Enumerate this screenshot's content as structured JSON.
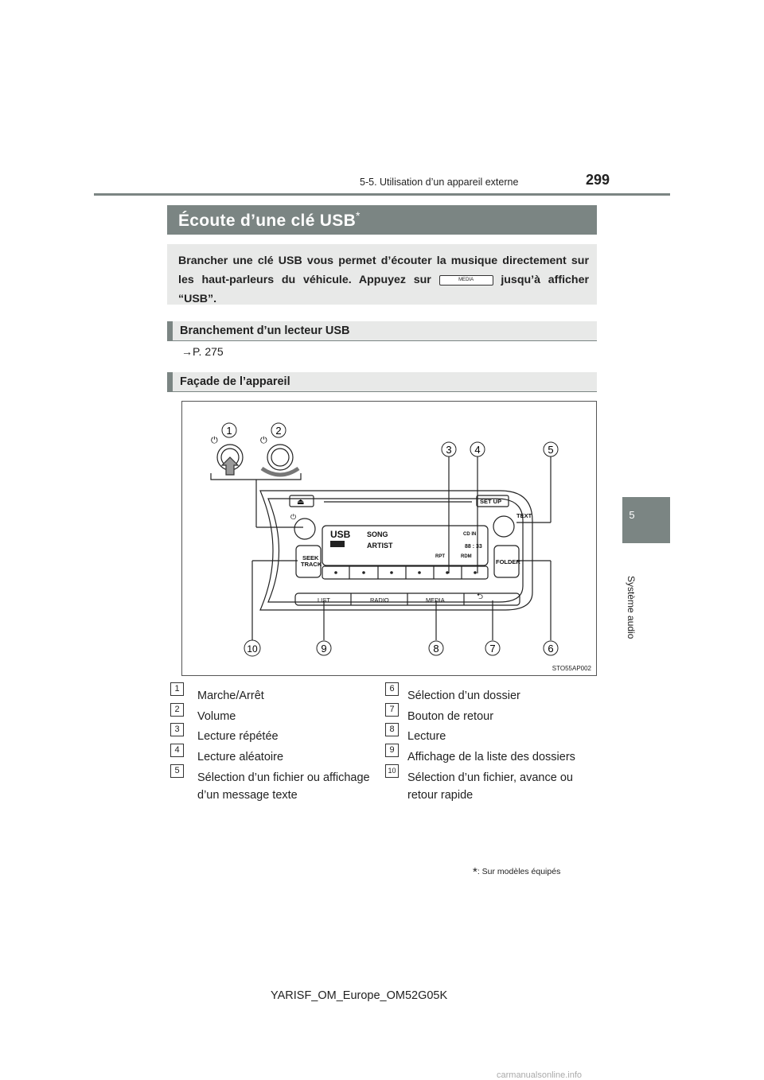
{
  "header": {
    "page_number": "299",
    "section": "5-5. Utilisation d’un appareil externe"
  },
  "side_tab": {
    "number": "5",
    "label": "Système audio"
  },
  "title": {
    "text": "Écoute d’une clé USB",
    "mark": "*"
  },
  "intro": {
    "before": "Brancher une clé USB vous permet d’écouter la musique directement sur les haut-parleurs du véhicule. Appuyez sur",
    "key": "MEDIA",
    "after": "jusqu’à afficher “USB”."
  },
  "sections": [
    {
      "heading": "Branchement d’un lecteur USB",
      "ref": "→P. 275"
    },
    {
      "heading": "Façade de l’appareil"
    }
  ],
  "figure": {
    "code": "STO55AP002",
    "callouts": [
      "1",
      "2",
      "3",
      "4",
      "5",
      "6",
      "7",
      "8",
      "9",
      "10"
    ],
    "buttons": {
      "setup": "SET UP",
      "text": "TEXT",
      "seek1": "SEEK",
      "seek2": "TRACK",
      "folder": "FOLDER",
      "list": "LIST",
      "radio": "RADIO",
      "media": "MEDIA"
    },
    "display": {
      "source": "USB",
      "song": "SONG",
      "artist": "ARTIST",
      "cd_in": "CD IN",
      "rpt": "RPT",
      "rdm": "RDM",
      "time": "88 : 33"
    }
  },
  "legend": [
    {
      "num": "1",
      "text": "Marche/Arrêt"
    },
    {
      "num": "2",
      "text": "Volume"
    },
    {
      "num": "3",
      "text": "Lecture répétée"
    },
    {
      "num": "4",
      "text": "Lecture aléatoire"
    },
    {
      "num": "5",
      "line1": "Sélection d’un fichier ou affichage",
      "line2": "d’un message texte"
    },
    {
      "num": "6",
      "text": "Sélection d’un dossier"
    },
    {
      "num": "7",
      "text": "Bouton de retour"
    },
    {
      "num": "8",
      "text": "Lecture"
    },
    {
      "num": "9",
      "text": "Affichage de la liste des dossiers"
    },
    {
      "num": "10",
      "line1": "Sélection d’un fichier, avance ou",
      "line2": "retour rapide"
    }
  ],
  "footnote": {
    "mark": "*",
    "text": ": Sur modèles équipés"
  },
  "footer": {
    "doc_id": "YARISF_OM_Europe_OM52G05K"
  },
  "watermark": "carmanualsonline.info"
}
